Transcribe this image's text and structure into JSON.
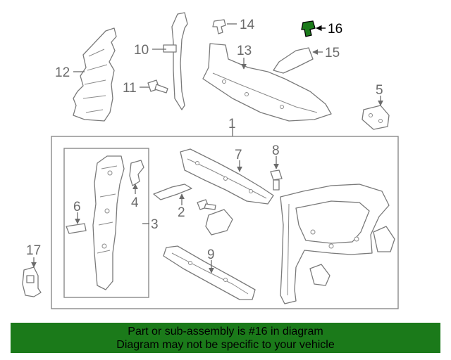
{
  "callouts": {
    "c1": "1",
    "c2": "2",
    "c3": "3",
    "c4": "4",
    "c5": "5",
    "c6": "6",
    "c7": "7",
    "c8": "8",
    "c9": "9",
    "c10": "10",
    "c11": "11",
    "c12": "12",
    "c13": "13",
    "c14": "14",
    "c15": "15",
    "c16": "16",
    "c17": "17"
  },
  "highlight": {
    "part_number": "16",
    "color": "#1b7a1a"
  },
  "banner": {
    "line1": "Part or sub-assembly is #16 in diagram",
    "line2": "Diagram may not be specific to your vehicle",
    "background": "#1b7a1a"
  }
}
